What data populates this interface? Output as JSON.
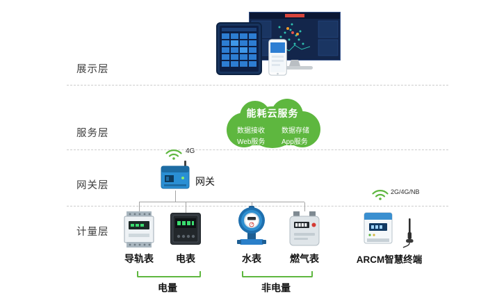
{
  "layers": [
    {
      "label": "展示层"
    },
    {
      "label": "服务层"
    },
    {
      "label": "网关层"
    },
    {
      "label": "计量层"
    }
  ],
  "cloud": {
    "title": "能耗云服务",
    "features": [
      "数据接收",
      "数据存储",
      "Web服务",
      "App服务"
    ]
  },
  "gateway": {
    "label": "网关",
    "wireless_label": "4G"
  },
  "arcm": {
    "wireless_label": "2G/4G/NB"
  },
  "devices": [
    {
      "name": "导轨表"
    },
    {
      "name": "电表"
    },
    {
      "name": "水表"
    },
    {
      "name": "燃气表"
    },
    {
      "name": "ARCM智慧终端"
    }
  ],
  "groups": [
    {
      "label": "电量"
    },
    {
      "label": "非电量"
    }
  ],
  "icons": {
    "gateway_signal": "wifi-icon",
    "arcm_signal": "wifi-icon",
    "arcm_antenna": "antenna-icon"
  },
  "colors": {
    "green": "#5eb73f",
    "blue": "#2a8fd4",
    "line": "#a3a3a3",
    "text": "#3f3f3f"
  }
}
